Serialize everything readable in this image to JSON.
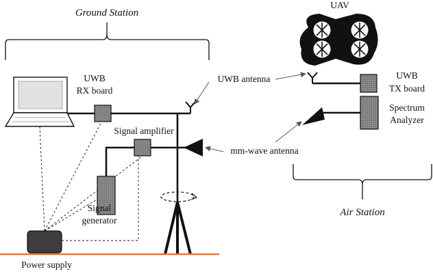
{
  "sections": {
    "ground_station": "Ground Station",
    "air_station": "Air Station"
  },
  "labels": {
    "uav": "UAV",
    "uwb_rx_line1": "UWB",
    "uwb_rx_line2": "RX board",
    "signal_amplifier": "Signal amplifier",
    "uwb_antenna": "UWB antenna",
    "mmwave_antenna": "mm-wave antenna",
    "signal_generator_line1": "Signal",
    "signal_generator_line2": "generator",
    "power_supply": "Power supply",
    "uwb_tx_line1": "UWB",
    "uwb_tx_line2": "TX board",
    "spectrum_line1": "Spectrum",
    "spectrum_line2": "Analyzer"
  },
  "colors": {
    "ground": "#e07b39",
    "module_fill": "#8c8c8c",
    "power_fill": "#3d3d3d",
    "screen": "#e2e2e2",
    "lines": "#111111",
    "arrows": "#555555"
  }
}
